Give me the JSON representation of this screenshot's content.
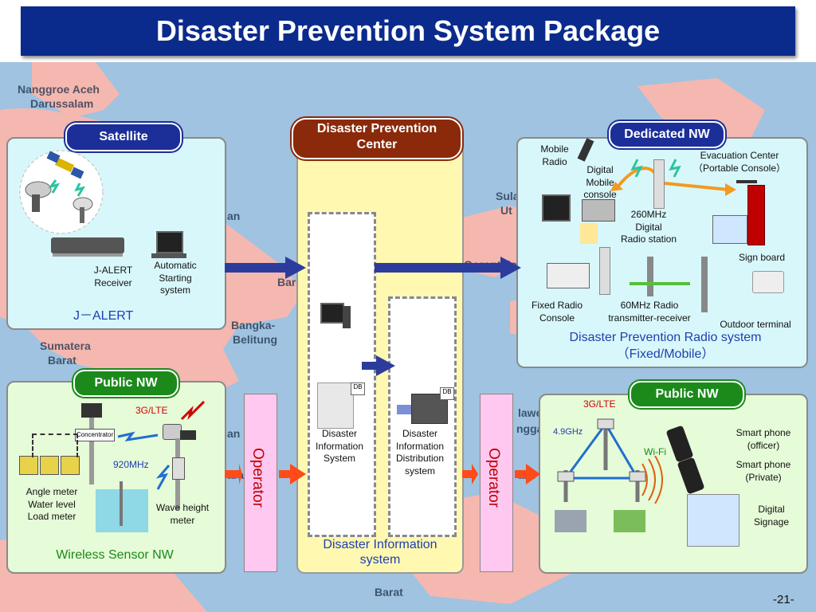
{
  "title": "Disaster Prevention System Package",
  "map_labels": [
    "Nanggroe Aceh",
    "Darussalam",
    "Sumatera",
    "Barat",
    "Belitung",
    "Bangka-",
    "Sula",
    "Ut",
    "Gorontalo",
    "Bar",
    "Barat",
    "lawe",
    "ngga",
    "an",
    "an",
    "ara",
    "ara"
  ],
  "satellite": {
    "header": "Satellite",
    "receiver": "J-ALERT\nReceiver",
    "auto": "Automatic\nStarting\nsystem",
    "footer": "J－ALERT"
  },
  "center": {
    "header": "Disaster Prevention\nCenter",
    "info_system": "Disaster\nInformation\nSystem",
    "distribution": "Disaster\nInformation\nDistribution\nsystem",
    "db1": "DB",
    "db2": "DB",
    "footer": "Disaster Information\nsystem"
  },
  "dedicated": {
    "header": "Dedicated NW",
    "mobile_radio": "Mobile\nRadio",
    "digital_console": "Digital\nMobile\nconsole",
    "evac": "Evacuation Center\n（Portable Console）",
    "station": "260MHz\nDigital\nRadio station",
    "sign_board": "Sign board",
    "fixed_console": "Fixed Radio\nConsole",
    "transmitter": "60MHz  Radio\ntransmitter-receiver",
    "outdoor": "Outdoor terminal",
    "footer": "Disaster Prevention Radio system\n（Fixed/Mobile）"
  },
  "public_left": {
    "header": "Public NW",
    "lte": "3G/LTE",
    "concentrator": "Concentrator",
    "mhz": "920MHz",
    "sensors": "Angle meter\nWater level\nLoad meter",
    "wave": "Wave height\nmeter",
    "footer": "Wireless Sensor NW"
  },
  "public_right": {
    "header": "Public NW",
    "lte": "3G/LTE",
    "ghz": "4.9GHz",
    "wifi": "Wi-Fi",
    "phone_officer": "Smart phone\n(officer)",
    "phone_private": "Smart phone\n(Private)",
    "signage": "Digital\nSignage"
  },
  "operator_left": "Operator",
  "operator_right": "Operator",
  "page_number": "-21-",
  "colors": {
    "title_bg": "#0b2b8c",
    "sea": "#9fc3e0",
    "land": "#f4b8b0",
    "cyan_panel": "#d8f7fb",
    "green_panel": "#e6fbd8",
    "yellow_panel": "#fff8b0",
    "operator": "#ffc8f0",
    "arrow_blue": "#2c3c9c",
    "arrow_red": "#ff4a1a"
  }
}
